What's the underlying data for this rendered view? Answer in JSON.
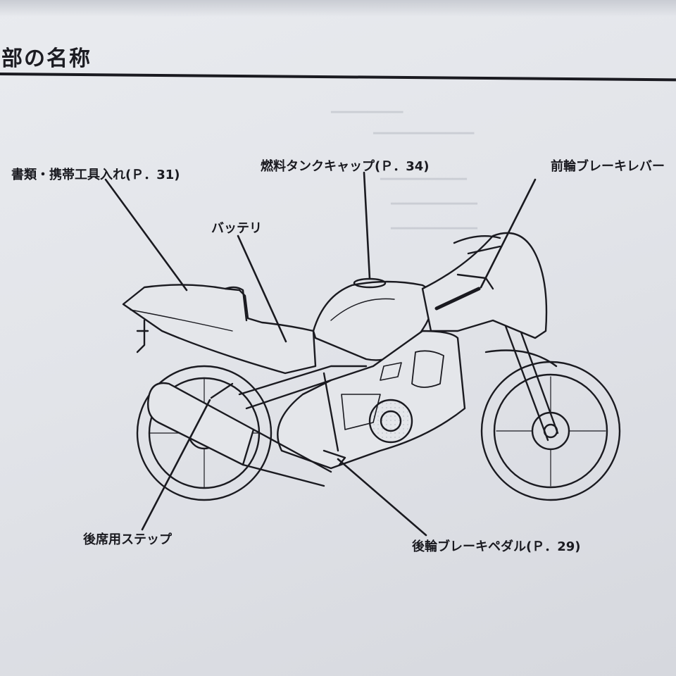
{
  "header": {
    "title": "部の名称"
  },
  "callouts": {
    "document_case": "書類・携帯工具入れ(Ｐ．31)",
    "fuel_cap": "燃料タンクキャップ(Ｐ．34)",
    "front_brake_lever": "前輪ブレーキレバー",
    "battery": "バッテリ",
    "passenger_footpeg": "後席用ステップ",
    "rear_brake_pedal": "後輪ブレーキペダル(Ｐ．29)"
  },
  "icons": [
    "motorcycle-illustration"
  ],
  "colors": {
    "paper": "#e6e8ec",
    "ink": "#1a1a20",
    "rule": "#1a1a20"
  }
}
